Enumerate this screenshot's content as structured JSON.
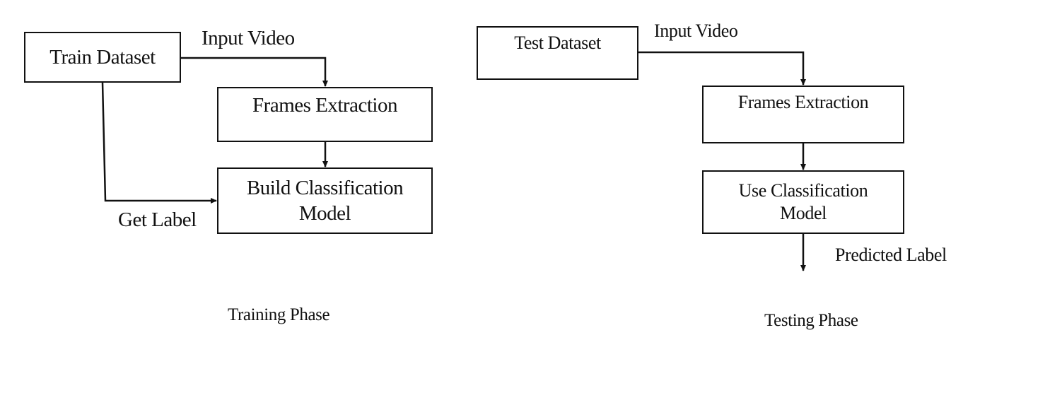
{
  "training": {
    "train_dataset": "Train Dataset",
    "input_video": "Input Video",
    "frames_extraction": "Frames Extraction",
    "build_model_line1": "Build Classification",
    "build_model_line2": "Model",
    "get_label": "Get Label",
    "phase_title": "Training Phase"
  },
  "testing": {
    "test_dataset": "Test Dataset",
    "input_video": "Input Video",
    "frames_extraction": "Frames Extraction",
    "use_model_line1": "Use Classification",
    "use_model_line2": "Model",
    "predicted_label": "Predicted Label",
    "phase_title": "Testing Phase"
  },
  "colors": {
    "stroke": "#111111",
    "background": "#ffffff"
  }
}
